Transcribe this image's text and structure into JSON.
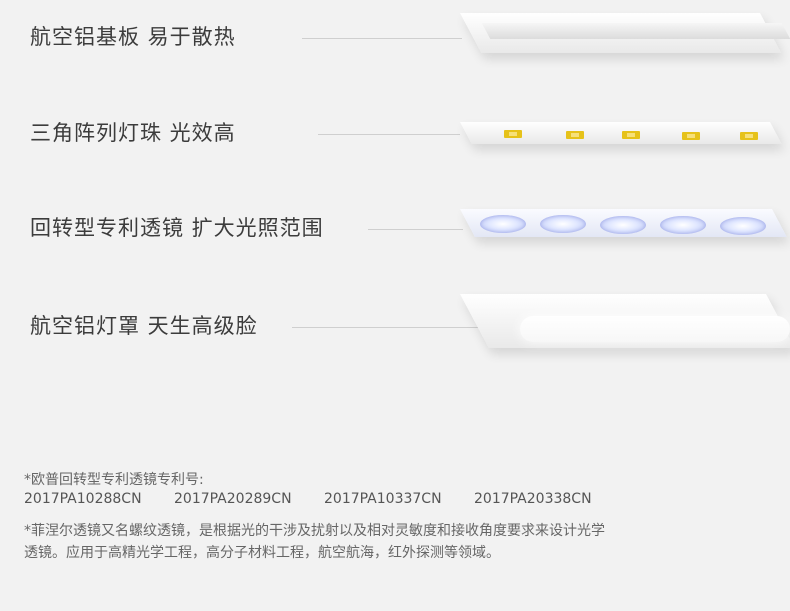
{
  "layers": [
    {
      "label": "航空铝基板  易于散热"
    },
    {
      "label": "三角阵列灯珠  光效高"
    },
    {
      "label": "回转型专利透镜  扩大光照范围"
    },
    {
      "label": "航空铝灯罩  天生高级脸"
    }
  ],
  "patent_note": {
    "heading": "*欧普回转型专利透镜专利号:",
    "numbers": [
      "2017PA10288CN",
      "2017PA20289CN",
      "2017PA10337CN",
      "2017PA20338CN"
    ]
  },
  "fresnel_note": {
    "line1": "*菲涅尔透镜又名螺纹透镜，是根据光的干涉及扰射以及相对灵敏度和接收角度要求来设计光学",
    "line2": "透镜。应用于高精光学工程，高分子材料工程，航空航海，红外探测等领域。"
  },
  "colors": {
    "background": "#f2f2f2",
    "chip": "#e6c21a",
    "lens": "#b9c3f0"
  }
}
